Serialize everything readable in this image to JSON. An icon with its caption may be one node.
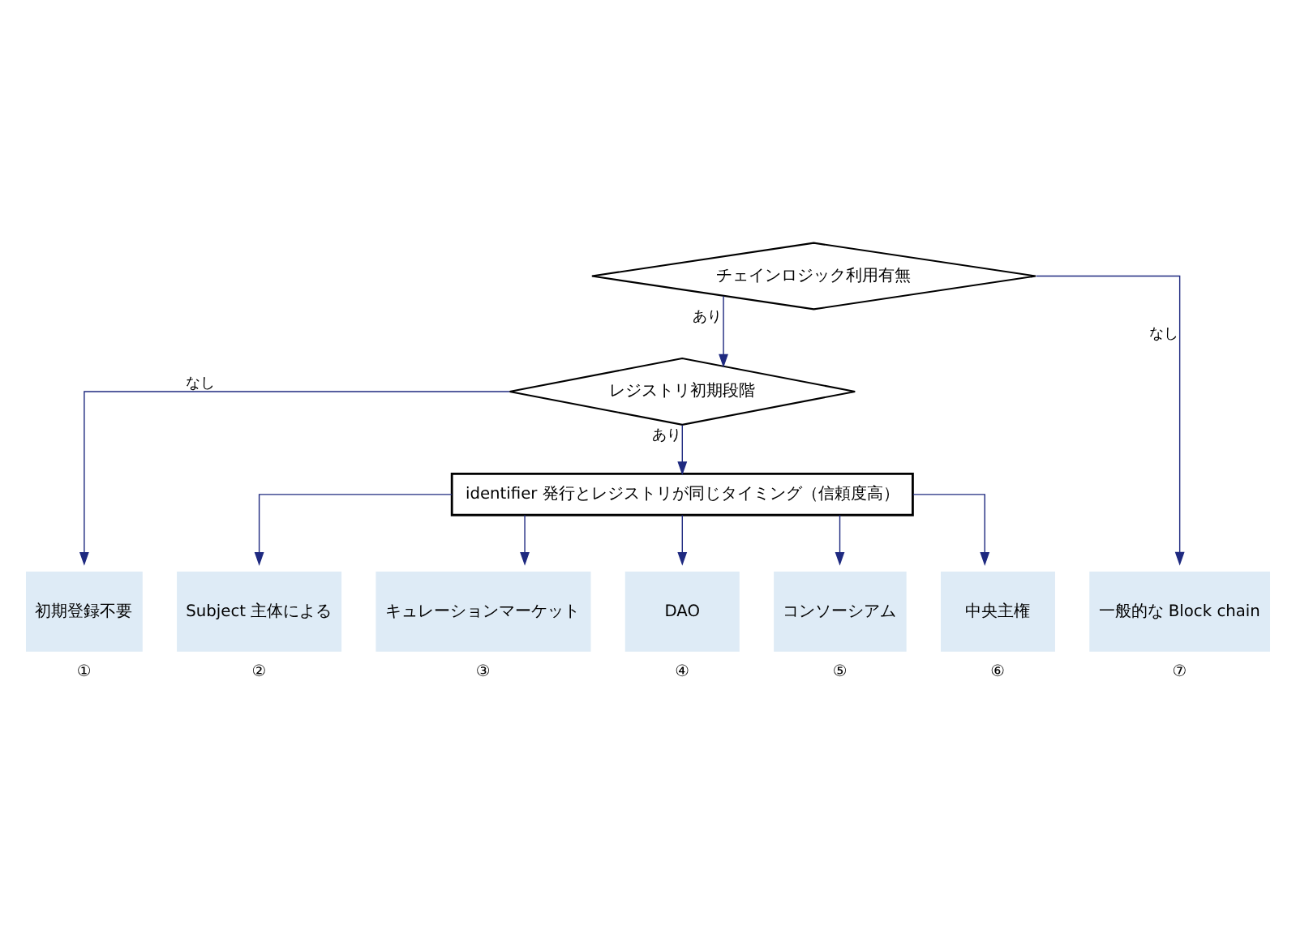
{
  "diagram": {
    "nodes": [
      {
        "text": [
          "チェインロジック利用有無"
        ]
      },
      {
        "text": [
          "レジストリ初期段階"
        ]
      },
      {
        "text": [
          "identifier 発行とレジストリが同じタイミング（信頼度高）"
        ]
      },
      {
        "text": [
          "初期登録不要"
        ],
        "beside": [
          "①"
        ]
      },
      {
        "text": [
          "Subject 主体による"
        ],
        "beside": [
          "②"
        ]
      },
      {
        "text": [
          "キュレーションマーケット"
        ],
        "beside": [
          "③"
        ]
      },
      {
        "text": [
          "DAO"
        ],
        "beside": [
          "④"
        ]
      },
      {
        "text": [
          "コンソーシアム"
        ],
        "beside": [
          "⑤"
        ]
      },
      {
        "text": [
          "中央主権"
        ],
        "beside": [
          "⑥"
        ]
      },
      {
        "text": [
          "一般的な Block chain"
        ],
        "beside": [
          "⑦"
        ]
      }
    ],
    "edges": [
      {
        "from": 0,
        "to": 1,
        "arrow": "to",
        "label": "あり"
      },
      {
        "from": 0,
        "to": 9,
        "arrow": "to",
        "label": "なし"
      },
      {
        "from": 1,
        "to": 3,
        "arrow": "to",
        "label": "なし"
      },
      {
        "from": 1,
        "to": 2,
        "arrow": "to",
        "label": "あり"
      },
      {
        "from": 2,
        "to": 4,
        "arrow": "to"
      },
      {
        "from": 2,
        "to": 5,
        "arrow": "to"
      },
      {
        "from": 2,
        "to": 6,
        "arrow": "to"
      },
      {
        "from": 2,
        "to": 7,
        "arrow": "to"
      },
      {
        "from": 2,
        "to": 8,
        "arrow": "to"
      }
    ]
  }
}
